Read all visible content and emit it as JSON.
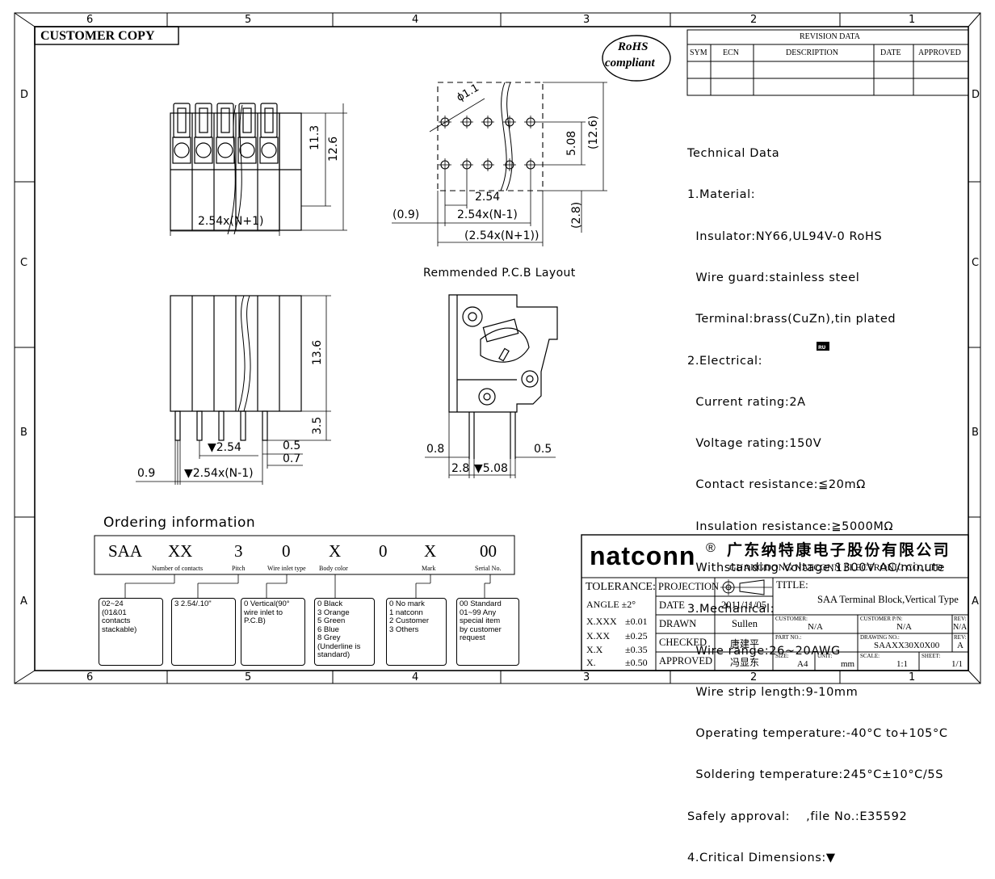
{
  "frame": {
    "columns": [
      "6",
      "5",
      "4",
      "3",
      "2",
      "1"
    ],
    "rows": [
      "D",
      "C",
      "B",
      "A"
    ]
  },
  "header": {
    "customer_copy": "CUSTOMER COPY",
    "rohs_line1": "RoHS",
    "rohs_line2": "compliant"
  },
  "revision": {
    "title": "REVISION DATA",
    "columns": [
      "SYM",
      "ECN",
      "DESCRIPTION",
      "DATE",
      "APPROVED"
    ]
  },
  "dims": {
    "front_h1": "11.3",
    "front_h2": "12.6",
    "front_w": "2.54x(N+1)",
    "pcb_hole": "ϕ1.1",
    "pcb_508": "5.08",
    "pcb_126": "(12.6)",
    "pcb_254": "2.54",
    "pcb_09": "(0.9)",
    "pcb_n1": "2.54x(N-1)",
    "pcb_28": "(2.8)",
    "pcb_np1": "(2.54x(N+1))",
    "layout_title": "Remmended P.C.B Layout",
    "side_136": "13.6",
    "side_35": "3.5",
    "side_254": "▼2.54",
    "side_05": "0.5",
    "side_07": "0.7",
    "side_09": "0.9",
    "side_n1": "▼2.54x(N-1)",
    "sec_08": "0.8",
    "sec_05": "0.5",
    "sec_28": "2.8",
    "sec_508": "▼5.08"
  },
  "tech": [
    "Technical Data",
    "1.Material:",
    "  Insulator:NY66,UL94V-0 RoHS",
    "  Wire guard:stainless steel",
    "  Terminal:brass(CuZn),tin plated",
    "2.Electrical:",
    "  Current rating:2A",
    "  Voltage rating:150V",
    "  Contact resistance:≦20mΩ",
    "  Insulation resistance:≧5000MΩ",
    "  Withstanding Voltage:1300V AC/minute",
    "3.Mechanical:",
    "  Wire range:26~20AWG",
    "  Wire strip length:9-10mm",
    "  Operating temperature:-40°C to+105°C",
    "  Soldering temperature:245°C±10°C/5S",
    "Safely approval:",
    "4.Critical Dimensions:▼"
  ],
  "tech_ul": {
    "mark": "ʀᴜ",
    "suffix": ",file No.:E35592"
  },
  "ordering": {
    "title": "Ordering information",
    "codes": [
      "SAA",
      "XX",
      "3",
      "0",
      "X",
      "0",
      "X",
      "00"
    ],
    "labels": [
      "Number of contacts",
      "Pitch",
      "Wire inlet type",
      "Body color",
      "Mark",
      "Serial No."
    ],
    "boxes": [
      "02~24\n(01&01\ncontacts\nstackable)",
      "3  2.54/.10\"",
      "0  Vertical(90°\nwire inlet to\nP.C.B)",
      "0  Black\n3  Orange\n5  Green\n6  Blue\n8  Grey\n(Underline is\nstandard)",
      "0  No mark\n1  natconn\n2  Customer\n3  Others",
      "00  Standard\n01~99  Any\nspecial item\nby customer\nrequest"
    ]
  },
  "titleblock": {
    "brand": "natconn",
    "reg": "®",
    "company_cn": "广东纳特康电子股份有限公司",
    "company_en": "GUANGDONG NATCONN ELECTRONIC CO.,LTD",
    "tolerance_label": "TOLERANCE:",
    "angle": "ANGLE ±2°",
    "xxx": "X.XXX",
    "xxx_val": "±0.01",
    "xx": "X.XX",
    "xx_val": "±0.25",
    "x": "X.X",
    "x_val": "±0.35",
    "x0": "X.",
    "x0_val": "±0.50",
    "projection": "PROJECTION",
    "date_label": "DATE",
    "date": "2011/11/05",
    "drawn_label": "DRAWN",
    "drawn": "Sullen",
    "checked_label": "CHECKED",
    "checked": "唐建平",
    "approved_label": "APPROVED",
    "approved": "冯显东",
    "title_label": "TITLE:",
    "title": "SAA  Terminal Block,Vertical Type",
    "customer_label": "CUSTOMER:",
    "customer": "N/A",
    "customer_pn_label": "CUSTOMER P/N:",
    "customer_pn": "N/A",
    "rev_label": "REV:",
    "rev1": "N/A",
    "part_label": "PART NO.:",
    "drawing_label": "DRAWING NO.:",
    "drawing": "SAAXX30X0X00",
    "rev2": "A",
    "size_label": "SIZE:",
    "size": "A4",
    "unit_label": "UNIT:",
    "unit": "mm",
    "scale_label": "SCALE:",
    "scale": "1:1",
    "sheet_label": "SHEET:",
    "sheet": "1/1"
  }
}
